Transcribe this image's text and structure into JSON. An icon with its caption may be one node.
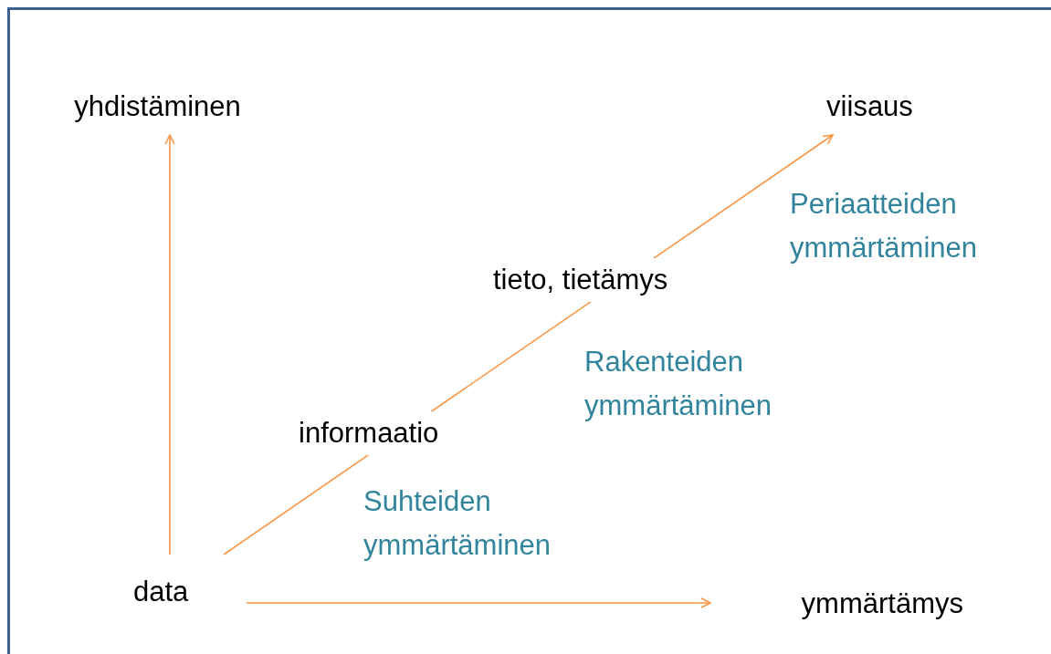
{
  "diagram": {
    "nodes": [
      {
        "text": [
          "yhdistäminen"
        ]
      },
      {
        "text": [
          "viisaus"
        ]
      },
      {
        "text": [
          "data"
        ]
      },
      {
        "text": [
          "ymmärtämys"
        ]
      }
    ],
    "edges": [
      {
        "from": 2,
        "to": 0,
        "arrow": "to"
      },
      {
        "from": 2,
        "to": 1,
        "arrow": "to"
      },
      {
        "from": 2,
        "to": 3,
        "arrow": "to"
      }
    ],
    "labels": [
      "Periaatteiden ymmärtäminen",
      "tieto, tietämys",
      "Rakenteiden ymmärtäminen",
      "informaatio",
      "Suhteiden ymmärtäminen"
    ]
  }
}
